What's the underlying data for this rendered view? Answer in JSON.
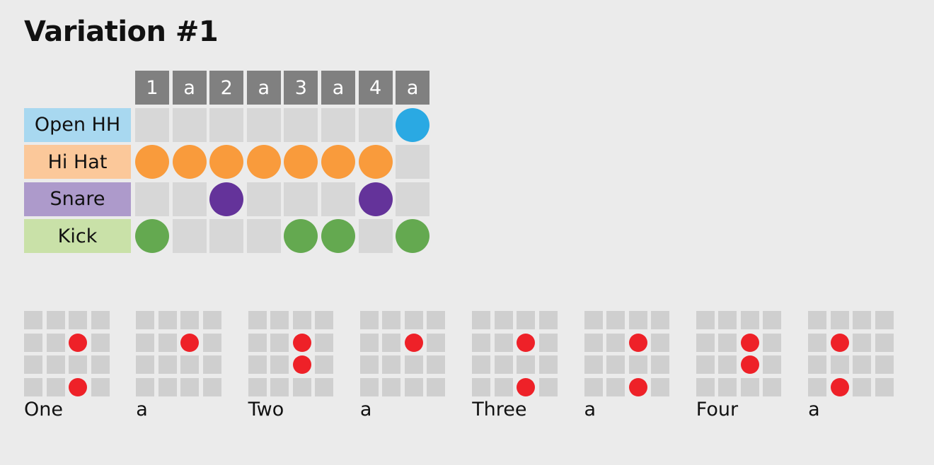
{
  "page": {
    "title": "Variation #1"
  },
  "sequencer": {
    "steps": [
      "1",
      "a",
      "2",
      "a",
      "3",
      "a",
      "4",
      "a"
    ],
    "rows": [
      {
        "label": "Open HH",
        "label_bg": "#a8d8f0",
        "dot_color": "#2aa9e3",
        "hits": [
          false,
          false,
          false,
          false,
          false,
          false,
          false,
          true
        ]
      },
      {
        "label": "Hi Hat",
        "label_bg": "#fbc89a",
        "dot_color": "#f99b3c",
        "hits": [
          true,
          true,
          true,
          true,
          true,
          true,
          true,
          false
        ]
      },
      {
        "label": "Snare",
        "label_bg": "#ad9acb",
        "dot_color": "#64339a",
        "hits": [
          false,
          false,
          true,
          false,
          false,
          false,
          true,
          false
        ]
      },
      {
        "label": "Kick",
        "label_bg": "#c9e1a8",
        "dot_color": "#64a950",
        "hits": [
          true,
          false,
          false,
          false,
          true,
          true,
          false,
          true
        ]
      }
    ]
  },
  "beats": {
    "hit_color": "#ee2128",
    "cell_color": "#cfcfcf",
    "items": [
      {
        "label": "One",
        "grid": [
          [
            false,
            false,
            false,
            false
          ],
          [
            false,
            false,
            true,
            false
          ],
          [
            false,
            false,
            false,
            false
          ],
          [
            false,
            false,
            true,
            false
          ]
        ]
      },
      {
        "label": "a",
        "grid": [
          [
            false,
            false,
            false,
            false
          ],
          [
            false,
            false,
            true,
            false
          ],
          [
            false,
            false,
            false,
            false
          ],
          [
            false,
            false,
            false,
            false
          ]
        ]
      },
      {
        "label": "Two",
        "grid": [
          [
            false,
            false,
            false,
            false
          ],
          [
            false,
            false,
            true,
            false
          ],
          [
            false,
            false,
            true,
            false
          ],
          [
            false,
            false,
            false,
            false
          ]
        ]
      },
      {
        "label": "a",
        "grid": [
          [
            false,
            false,
            false,
            false
          ],
          [
            false,
            false,
            true,
            false
          ],
          [
            false,
            false,
            false,
            false
          ],
          [
            false,
            false,
            false,
            false
          ]
        ]
      },
      {
        "label": "Three",
        "grid": [
          [
            false,
            false,
            false,
            false
          ],
          [
            false,
            false,
            true,
            false
          ],
          [
            false,
            false,
            false,
            false
          ],
          [
            false,
            false,
            true,
            false
          ]
        ]
      },
      {
        "label": "a",
        "grid": [
          [
            false,
            false,
            false,
            false
          ],
          [
            false,
            false,
            true,
            false
          ],
          [
            false,
            false,
            false,
            false
          ],
          [
            false,
            false,
            true,
            false
          ]
        ]
      },
      {
        "label": "Four",
        "grid": [
          [
            false,
            false,
            false,
            false
          ],
          [
            false,
            false,
            true,
            false
          ],
          [
            false,
            false,
            true,
            false
          ],
          [
            false,
            false,
            false,
            false
          ]
        ]
      },
      {
        "label": "a",
        "grid": [
          [
            false,
            false,
            false,
            false
          ],
          [
            false,
            true,
            false,
            false
          ],
          [
            false,
            false,
            false,
            false
          ],
          [
            false,
            true,
            false,
            false
          ]
        ]
      }
    ]
  }
}
